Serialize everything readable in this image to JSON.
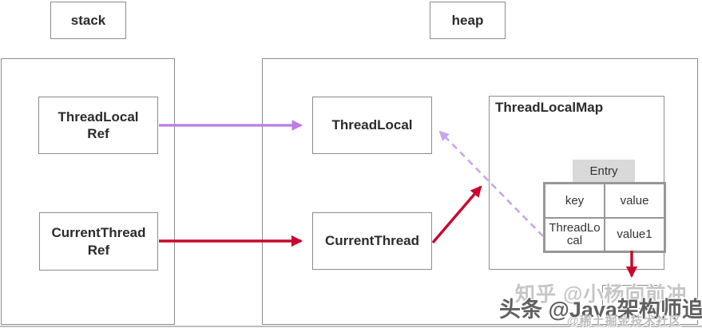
{
  "labels": {
    "stack": "stack",
    "heap": "heap"
  },
  "stack_region": {
    "boxes": [
      {
        "id": "threadlocal-ref",
        "label": "ThreadLocal\nRef"
      },
      {
        "id": "currentthread-ref",
        "label": "CurrentThread\nRef"
      }
    ]
  },
  "heap_region": {
    "boxes": [
      {
        "id": "threadlocal",
        "label": "ThreadLocal"
      },
      {
        "id": "currentthread",
        "label": "CurrentThread"
      }
    ],
    "map": {
      "title": "ThreadLocalMap",
      "entry_label": "Entry",
      "table": {
        "headers": [
          "key",
          "value"
        ],
        "rows": [
          [
            "ThreadLocal",
            "value1"
          ]
        ]
      }
    }
  },
  "arrows": [
    {
      "name": "threadlocalref-to-threadlocal",
      "style": "solid",
      "color": "#bc7ce4"
    },
    {
      "name": "currentthreadref-to-currentthread",
      "style": "solid",
      "color": "#c9082f"
    },
    {
      "name": "currentthread-to-threadlocalmap",
      "style": "solid",
      "color": "#c9082f"
    },
    {
      "name": "entry-key-to-threadlocal",
      "style": "dashed",
      "color": "#c8a4ee"
    },
    {
      "name": "value1-to-next-entry",
      "style": "solid",
      "color": "#c9082f"
    }
  ],
  "watermarks": [
    {
      "text": "知乎 @小杨向前冲"
    },
    {
      "text": "头条 @Java架构师追风"
    },
    {
      "text": "@稀土掘金技术社区"
    }
  ],
  "colors": {
    "red": "#c9082f",
    "purple": "#bc7ce4",
    "purple_light": "#c8a4ee",
    "border": "#8c8c8c",
    "entry_bg": "#d9d9d9"
  }
}
